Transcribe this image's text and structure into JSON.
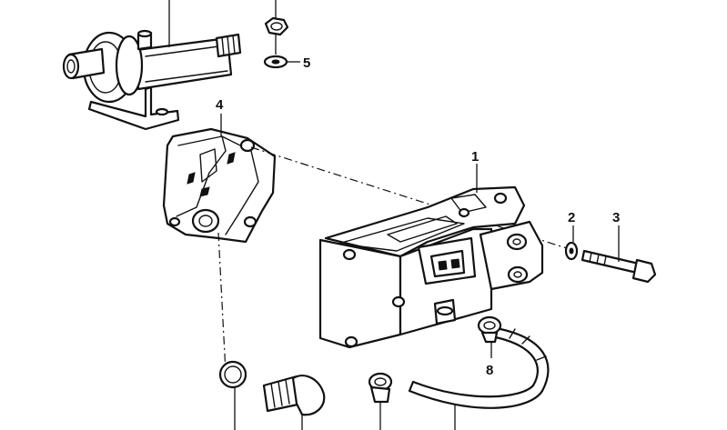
{
  "callouts": [
    {
      "id": "callout-1",
      "text": "1"
    },
    {
      "id": "callout-2",
      "text": "2"
    },
    {
      "id": "callout-3",
      "text": "3"
    },
    {
      "id": "callout-4",
      "text": "4"
    },
    {
      "id": "callout-5",
      "text": "5"
    },
    {
      "id": "callout-8",
      "text": "8"
    }
  ]
}
